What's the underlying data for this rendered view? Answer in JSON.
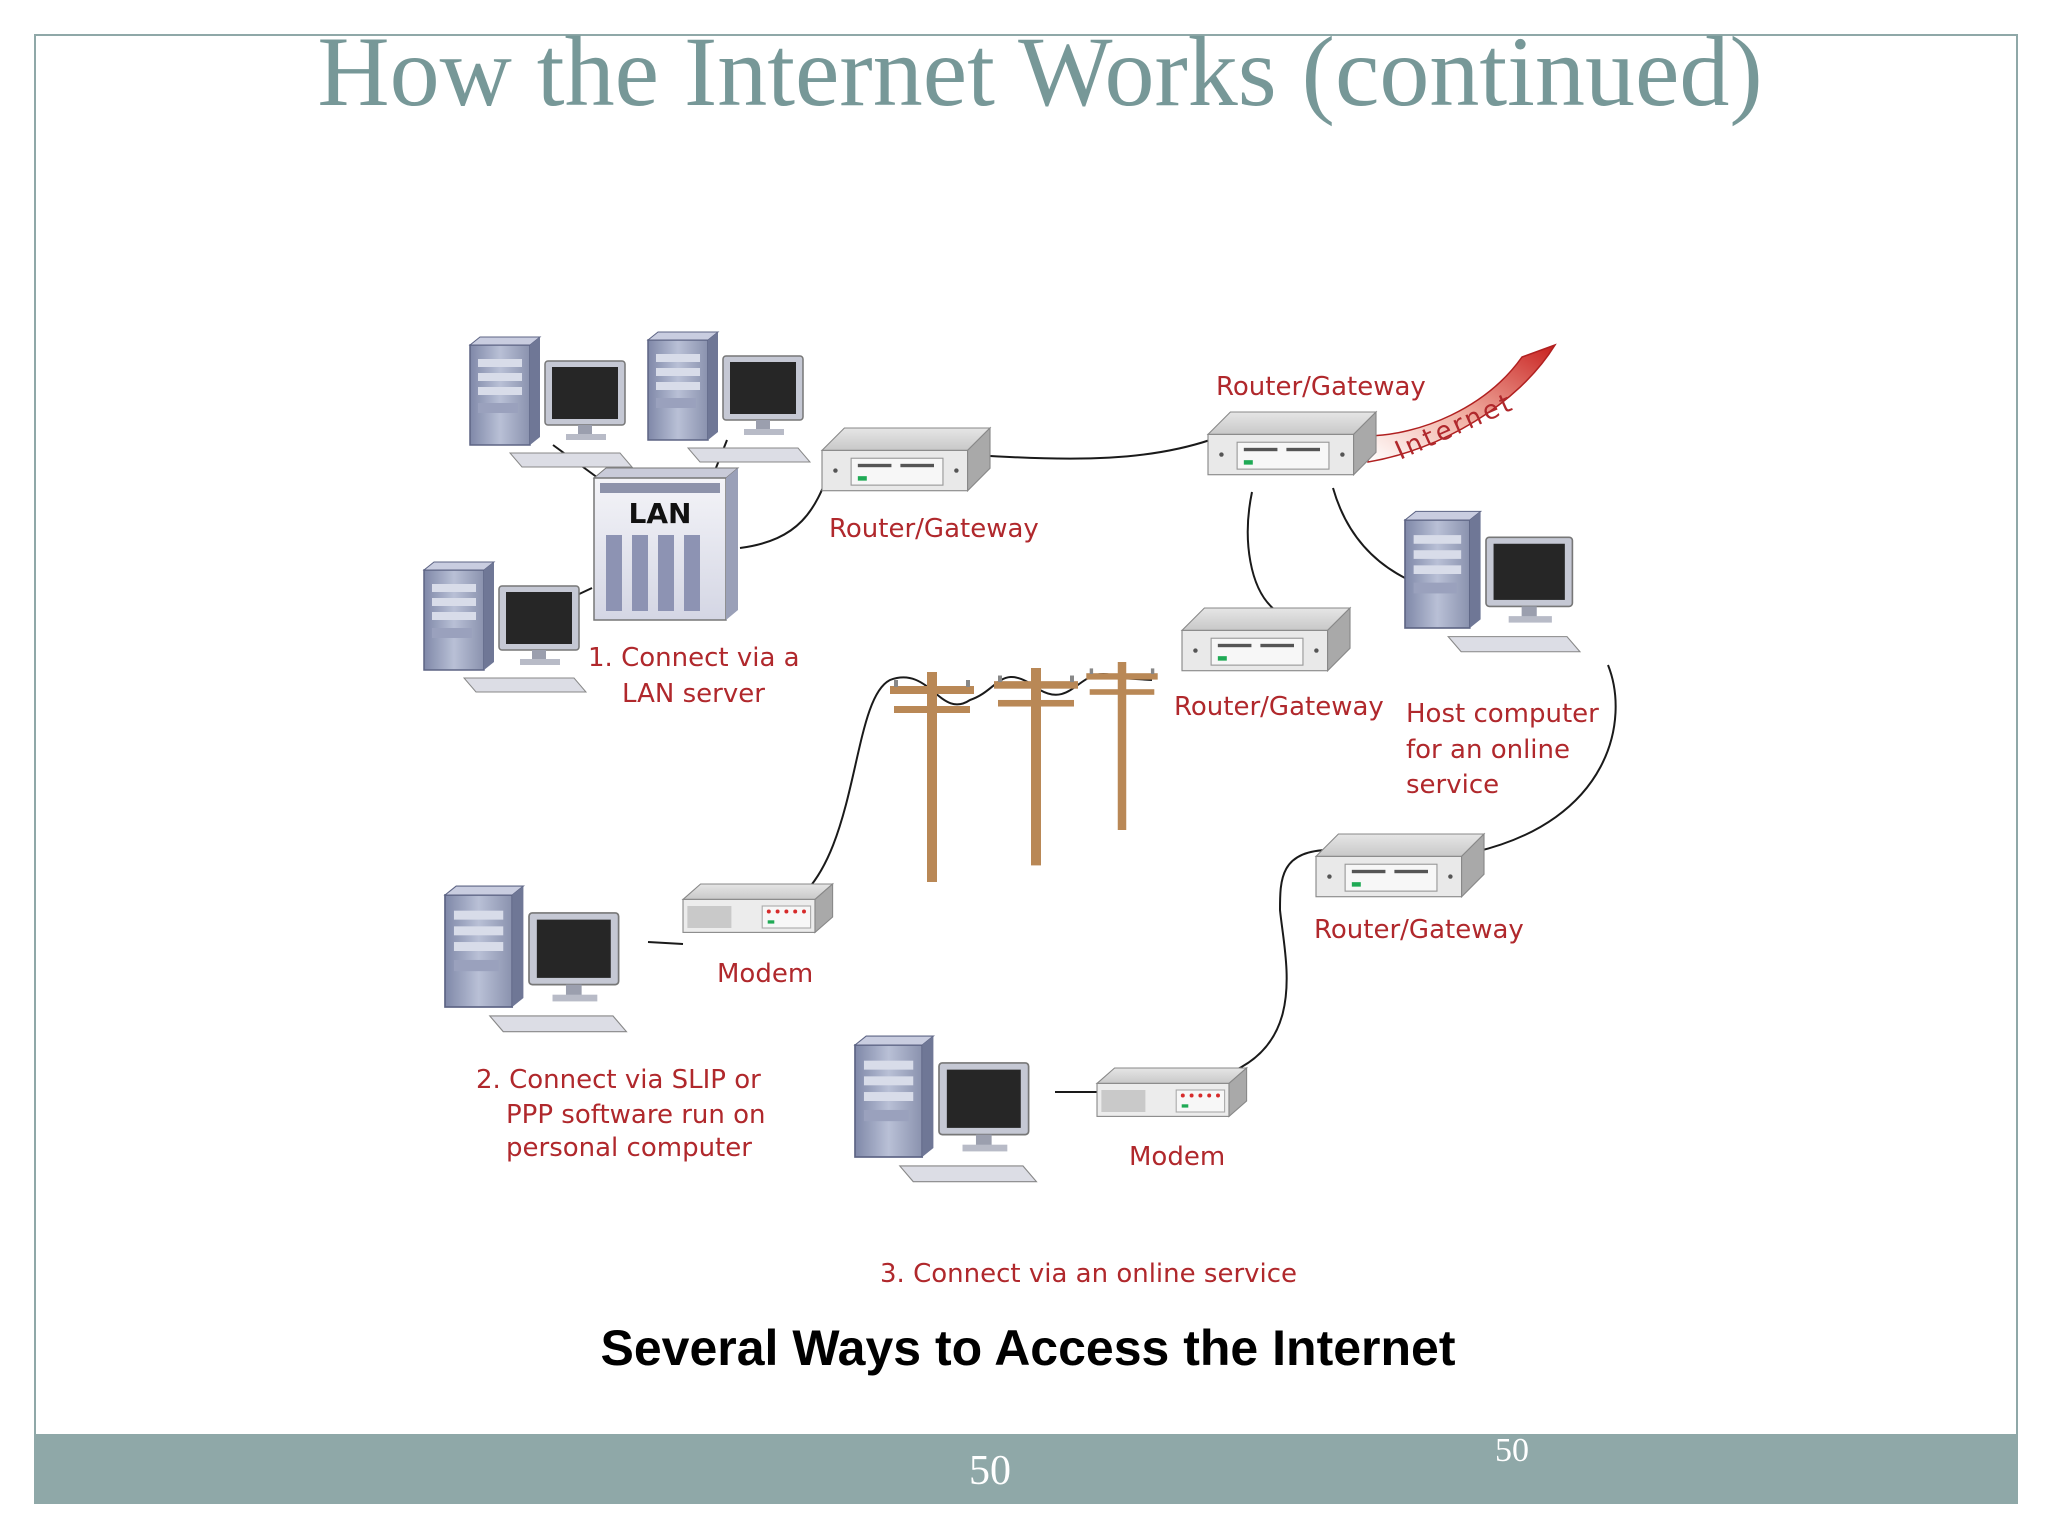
{
  "slide": {
    "title": "How the Internet Works (continued)",
    "page_number_center": "50",
    "page_number_right": "50",
    "colors": {
      "title": "#779898",
      "footer_bar": "#8fa8a8",
      "label": "#b0282c",
      "internet_arc": "#c8201e"
    }
  },
  "diagram": {
    "lan_server_label": "LAN",
    "internet_label": "Internet",
    "router_label_top_center": "Router/Gateway",
    "router_label_top_right": "Router/Gateway",
    "router_label_middle": "Router/Gateway",
    "router_label_lower_right": "Router/Gateway",
    "host_label_line1": "Host computer",
    "host_label_line2": "for an online",
    "host_label_line3": "service",
    "lan_caption_line1": "1. Connect via a",
    "lan_caption_line2": "LAN server",
    "modem_label_left": "Modem",
    "modem_label_bottom": "Modem",
    "slip_caption_line1": "2. Connect via SLIP or",
    "slip_caption_line2": "PPP software run on",
    "slip_caption_line3": "personal computer",
    "online_caption": "3. Connect via an online service",
    "figure_caption": "Several Ways to Access the Internet"
  }
}
